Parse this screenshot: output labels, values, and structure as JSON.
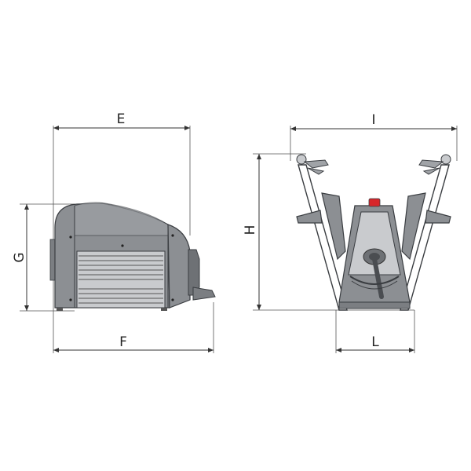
{
  "dimensions": {
    "E": "E",
    "F": "F",
    "G": "G",
    "H": "H",
    "I": "I",
    "L": "L"
  },
  "colors": {
    "machine_body": "#8c8f93",
    "machine_panel": "#a0a3a7",
    "accent_red": "#d8262a",
    "lines": "#333333"
  }
}
